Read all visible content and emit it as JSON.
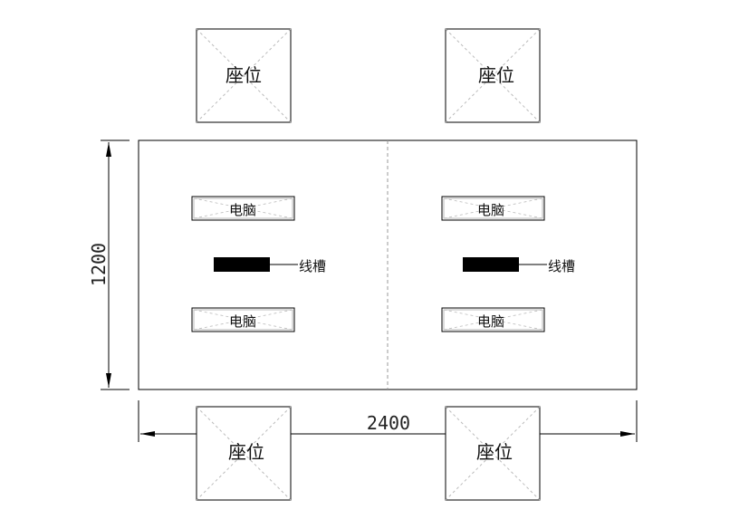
{
  "seat_label": "座位",
  "computer_label": "电脑",
  "trunking_label": "线槽",
  "width_dimension": "2400",
  "height_dimension": "1200"
}
